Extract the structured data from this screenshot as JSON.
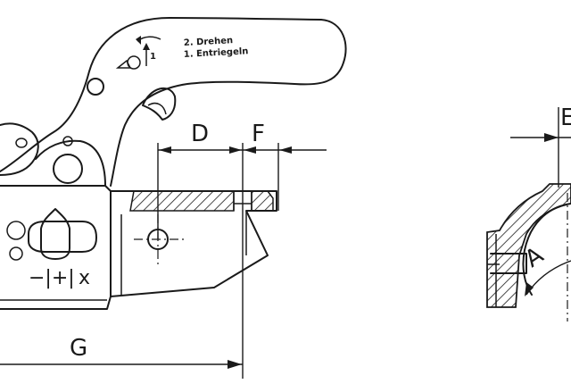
{
  "labels": {
    "dim_d": "D",
    "dim_f": "F",
    "dim_g": "G",
    "dim_a": "A",
    "dim_e": "E",
    "stamp_line1": "2. Drehen",
    "stamp_line2": "1. Entriegeln",
    "stamp_step": "1",
    "wear_symbol": "−|+|",
    "wear_x": "x"
  },
  "colors": {
    "ink": "#1a1a1a",
    "background": "#ffffff"
  }
}
